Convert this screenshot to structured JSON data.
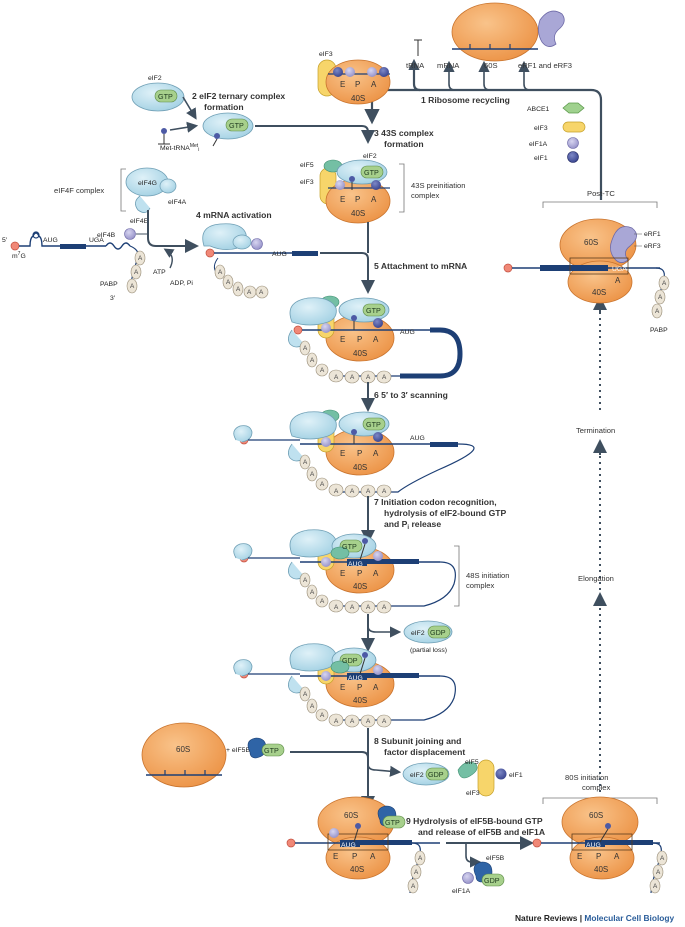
{
  "steps": {
    "s1": "1  Ribosome recycling",
    "s2a": "2  eIF2 ternary complex",
    "s2b": "formation",
    "s3a": "3  43S complex",
    "s3b": "formation",
    "s4": "4  mRNA activation",
    "s5": "5  Attachment to mRNA",
    "s6": "6  5′ to 3′ scanning",
    "s7a": "7  Initiation codon recognition,",
    "s7b": "hydrolysis of eIF2-bound GTP",
    "s7c": "and P",
    "s7d": "i",
    "s7e": " release",
    "s8a": "8  Subunit joining and",
    "s8b": "factor displacement",
    "s9a": "9  Hydrolysis of eIF5B-bound GTP",
    "s9b": "and release of eIF5B and eIF1A"
  },
  "labels": {
    "eIF2": "eIF2",
    "GTP": "GTP",
    "GDP": "GDP",
    "met_trna": "Met-tRNA",
    "met_sup": "Met",
    "i_sub": "i",
    "eIF3": "eIF3",
    "eIF5": "eIF5",
    "eIF4F_complex": "eIF4F complex",
    "eIF4G": "eIF4G",
    "eIF4A": "eIF4A",
    "eIF4E": "eIF4E",
    "eIF4B": "eIF4B",
    "five_prime": "5′",
    "three_prime": "3′",
    "m7G": "m",
    "m7G_sup": "7",
    "m7G_end": "G",
    "AUG": "AUG",
    "UGA": "UGA",
    "ATP": "ATP",
    "ADP_Pi": "ADP, Pi",
    "PABP": "PABP",
    "site_E": "E",
    "site_P": "P",
    "site_A": "A",
    "s40": "40S",
    "s60": "60S",
    "preinit_43S_a": "43S preinitiation",
    "preinit_43S_b": "complex",
    "init_48S_a": "48S initiation",
    "init_48S_b": "complex",
    "partial_loss": "(partial loss)",
    "eIF5B": "eIF5B",
    "plus_eIF5B": "+ eIF5B",
    "eIF1": "eIF1",
    "eIF1A": "eIF1A",
    "init_80S_a": "80S initiation",
    "init_80S_b": "complex",
    "elongation": "Elongation",
    "termination": "Termination",
    "post_tc": "Post-TC",
    "eRF1": "eRF1",
    "eRF3": "eRF3",
    "tRNA": "tRNA",
    "mRNA": "mRNA",
    "eRF1_eRF3": "eRF1 and eRF3",
    "ABCE1": "ABCE1",
    "poly_a": "A"
  },
  "footer": {
    "journal": "Nature Reviews",
    "sep": " | ",
    "section": "Molecular Cell Biology"
  },
  "colors": {
    "ribosome": "#f2a55e",
    "ribosome_edge": "#c9742e",
    "eif_light": "#bfe1ef",
    "eif_edge": "#6f9fb5",
    "gtp": "#a7d08c",
    "eif3": "#f7d56a",
    "eif5": "#74bfa4",
    "eif1": "#4d5aa5",
    "eif1a": "#a9a7d6",
    "abce1": "#9fd18e",
    "mrna": "#1d3f75",
    "arrow": "#3f4f5f",
    "pabp": "#ece5d7"
  }
}
